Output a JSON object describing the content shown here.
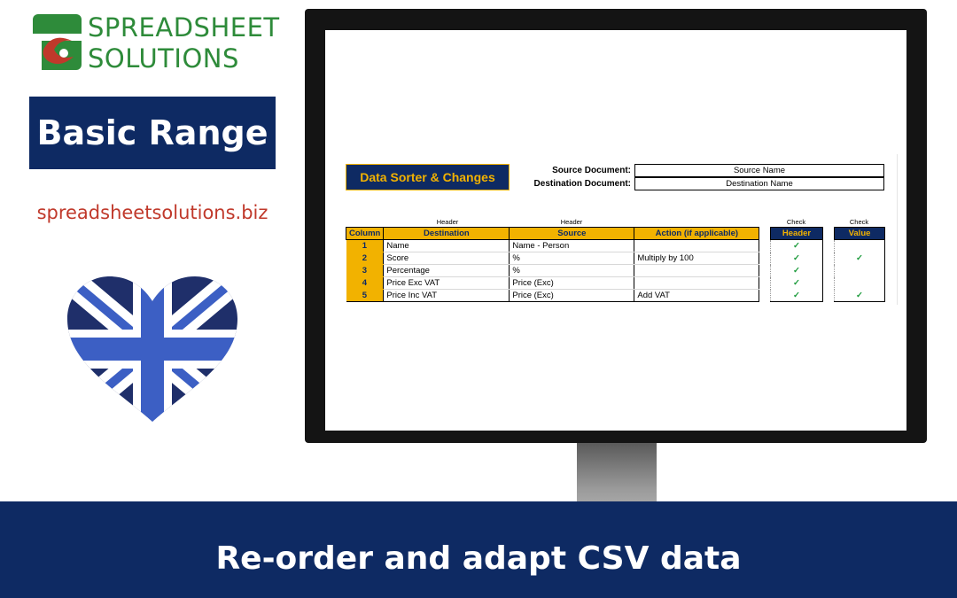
{
  "logo": {
    "line1": "SPREADSHEET",
    "line2": "SOLUTIONS"
  },
  "range_label": "Basic Range",
  "website": "spreadsheetsolutions.biz",
  "sheet": {
    "title": "Data Sorter & Changes",
    "source_label": "Source Document:",
    "source_value": "Source Name",
    "destination_label": "Destination Document:",
    "destination_value": "Destination Name",
    "group_headers": [
      "Header",
      "Header",
      "Check",
      "Check"
    ],
    "columns": [
      "Column",
      "Destination",
      "Source",
      "Action (if applicable)"
    ],
    "rows": [
      {
        "col": "1",
        "destination": "Name",
        "source": "Name - Person",
        "action": ""
      },
      {
        "col": "2",
        "destination": "Score",
        "source": "%",
        "action": "Multiply by 100"
      },
      {
        "col": "3",
        "destination": "Percentage",
        "source": "%",
        "action": ""
      },
      {
        "col": "4",
        "destination": "Price Exc VAT",
        "source": "Price (Exc)",
        "action": ""
      },
      {
        "col": "5",
        "destination": "Price Inc VAT",
        "source": "Price (Exc)",
        "action": "Add VAT"
      }
    ],
    "check_header_label": "Header",
    "check_value_label": "Value",
    "check_mark": "✓",
    "header_checks": [
      true,
      true,
      true,
      true,
      true
    ],
    "value_checks": [
      false,
      true,
      false,
      false,
      true
    ]
  },
  "banner_text": "Re-order and adapt CSV data",
  "colors": {
    "navy": "#0e2a63",
    "gold": "#f2b200",
    "green": "#2e8b3a",
    "red": "#c0392b",
    "check": "#1a9a3a"
  }
}
